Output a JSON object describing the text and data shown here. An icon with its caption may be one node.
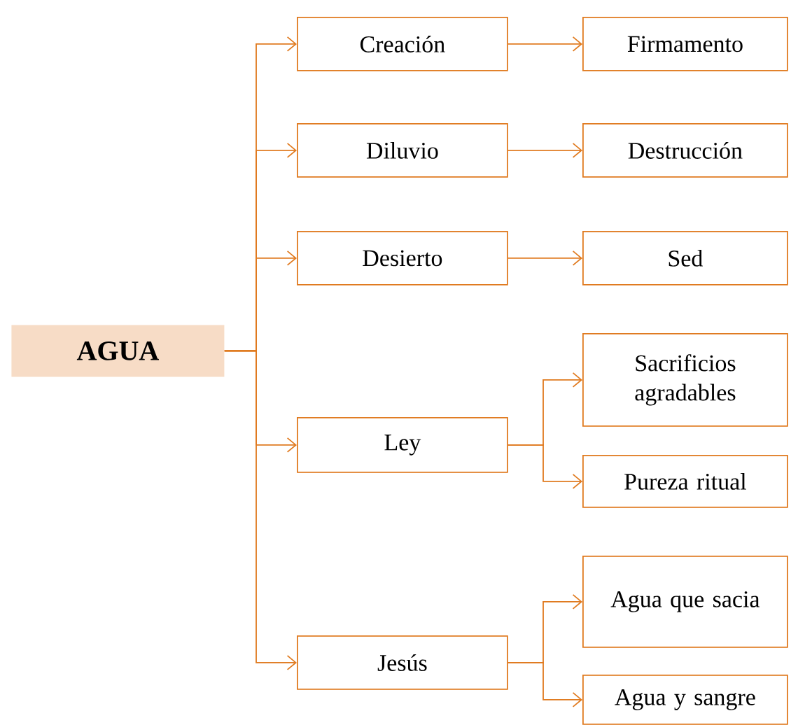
{
  "diagram": {
    "nodes": [
      {
        "text": [
          "AGUA"
        ]
      },
      {
        "text": [
          "Creación"
        ]
      },
      {
        "text": [
          "Firmamento"
        ]
      },
      {
        "text": [
          "Diluvio"
        ]
      },
      {
        "text": [
          "Destrucción"
        ]
      },
      {
        "text": [
          "Desierto"
        ]
      },
      {
        "text": [
          "Sed"
        ]
      },
      {
        "text": [
          "Ley"
        ]
      },
      {
        "text": [
          "Sacrificios agradables"
        ]
      },
      {
        "text": [
          "Pureza ritual"
        ]
      },
      {
        "text": [
          "Jesús"
        ]
      },
      {
        "text": [
          "Agua que sacia"
        ]
      },
      {
        "text": [
          "Agua y sangre"
        ]
      }
    ],
    "edges": [
      {
        "from": 0,
        "to": 1,
        "arrow": "to"
      },
      {
        "from": 1,
        "to": 2,
        "arrow": "to"
      },
      {
        "from": 0,
        "to": 3,
        "arrow": "to"
      },
      {
        "from": 3,
        "to": 4,
        "arrow": "to"
      },
      {
        "from": 0,
        "to": 5,
        "arrow": "to"
      },
      {
        "from": 5,
        "to": 6,
        "arrow": "to"
      },
      {
        "from": 0,
        "to": 7,
        "arrow": "to"
      },
      {
        "from": 7,
        "to": 8,
        "arrow": "to"
      },
      {
        "from": 7,
        "to": 9,
        "arrow": "to"
      },
      {
        "from": 0,
        "to": 10,
        "arrow": "to"
      },
      {
        "from": 10,
        "to": 11,
        "arrow": "to"
      },
      {
        "from": 10,
        "to": 12,
        "arrow": "to"
      }
    ]
  }
}
